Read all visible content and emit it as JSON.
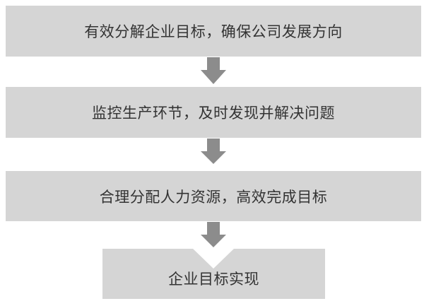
{
  "steps": [
    {
      "label": "有效分解企业目标，确保公司发展方向"
    },
    {
      "label": "监控生产环节，及时发现并解决问题"
    },
    {
      "label": "合理分配人力资源，高效完成目标"
    },
    {
      "label": "企业目标实现"
    }
  ],
  "colors": {
    "box": "#d5d5d5",
    "arrow": "#8c8c8c",
    "text": "#333333"
  }
}
